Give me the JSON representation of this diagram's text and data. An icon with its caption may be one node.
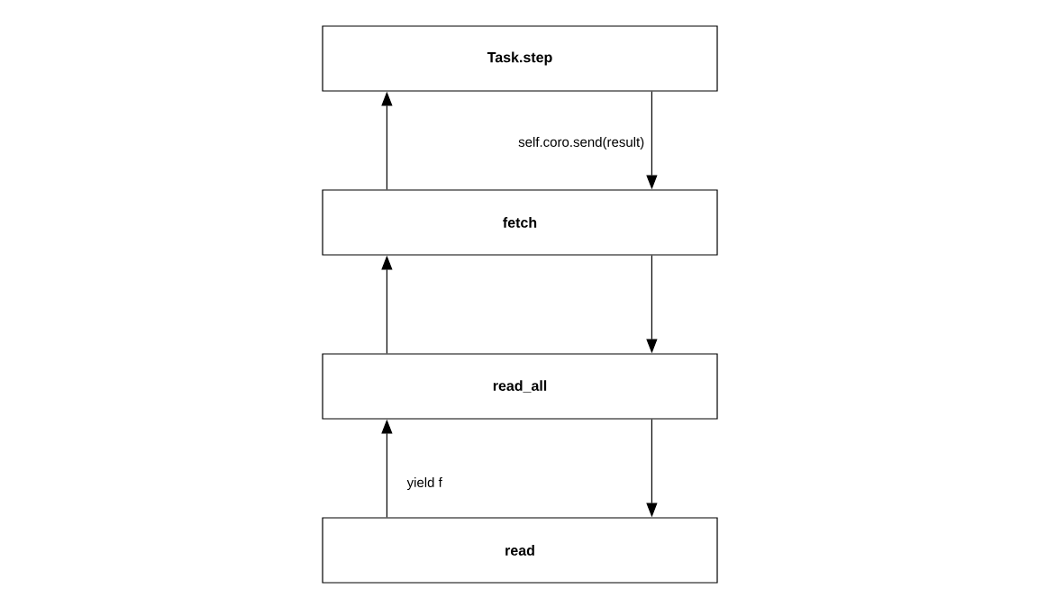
{
  "diagram": {
    "nodes": [
      {
        "text": [
          "Task.step"
        ]
      },
      {
        "text": [
          "fetch"
        ]
      },
      {
        "text": [
          "read_all"
        ]
      },
      {
        "text": [
          "read"
        ]
      }
    ],
    "edges": [
      {
        "from": 0,
        "to": 1,
        "arrow": "to",
        "label": "self.coro.send(result)"
      },
      {
        "from": 1,
        "to": 0,
        "arrow": "to"
      },
      {
        "from": 1,
        "to": 2,
        "arrow": "to"
      },
      {
        "from": 2,
        "to": 1,
        "arrow": "to"
      },
      {
        "from": 2,
        "to": 3,
        "arrow": "to"
      },
      {
        "from": 3,
        "to": 2,
        "arrow": "to",
        "label": "yield f"
      }
    ]
  }
}
